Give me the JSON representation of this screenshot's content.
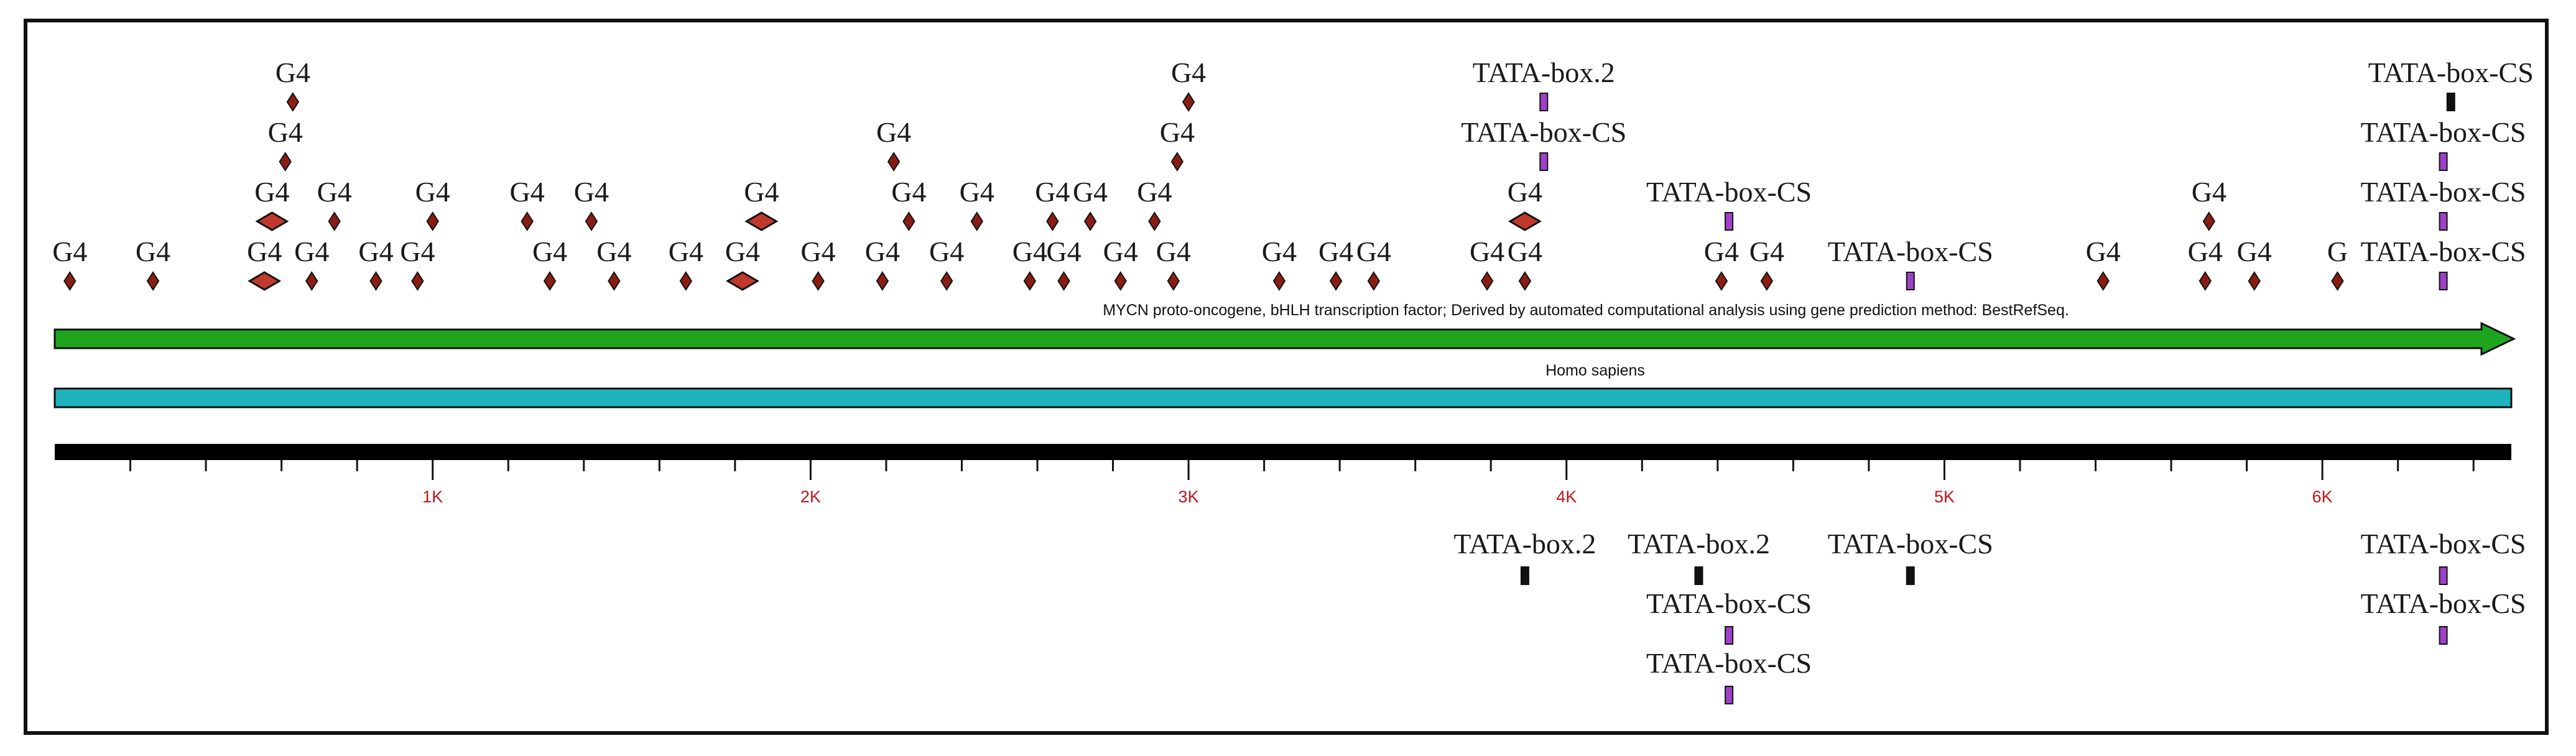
{
  "gene_track": {
    "caption": "MYCN proto-oncogene, bHLH transcription factor;  Derived by automated computational analysis using gene  prediction method: BestRefSeq.",
    "color": "#1ea51e"
  },
  "organism_track": {
    "caption": "Homo sapiens",
    "color": "#1fb3be"
  },
  "ruler": {
    "max_bp": 6500,
    "tick_labels": [
      "1K",
      "2K",
      "3K",
      "4K",
      "5K",
      "6K"
    ],
    "label_color": "#c0161b"
  },
  "feature_colors": {
    "g4_fill": "#8a1d12",
    "g4_big_fill": "#c0392b",
    "tata_fill": "#a040c8",
    "tata_cs_black": "#111111"
  },
  "features_above": [
    {
      "label": "G4",
      "pos": 40,
      "row": 0,
      "kind": "g4"
    },
    {
      "label": "G4",
      "pos": 260,
      "row": 0,
      "kind": "g4"
    },
    {
      "label": "G4",
      "pos": 555,
      "row": 0,
      "kind": "g4big"
    },
    {
      "label": "G4",
      "pos": 680,
      "row": 0,
      "kind": "g4"
    },
    {
      "label": "G4",
      "pos": 850,
      "row": 0,
      "kind": "g4"
    },
    {
      "label": "G4",
      "pos": 960,
      "row": 0,
      "kind": "g4"
    },
    {
      "label": "G4",
      "pos": 1310,
      "row": 0,
      "kind": "g4"
    },
    {
      "label": "G4",
      "pos": 1480,
      "row": 0,
      "kind": "g4"
    },
    {
      "label": "G4",
      "pos": 1670,
      "row": 0,
      "kind": "g4"
    },
    {
      "label": "G4",
      "pos": 1820,
      "row": 0,
      "kind": "g4big"
    },
    {
      "label": "G4",
      "pos": 2020,
      "row": 0,
      "kind": "g4"
    },
    {
      "label": "G4",
      "pos": 2190,
      "row": 0,
      "kind": "g4"
    },
    {
      "label": "G4",
      "pos": 2360,
      "row": 0,
      "kind": "g4"
    },
    {
      "label": "G4",
      "pos": 2580,
      "row": 0,
      "kind": "g4"
    },
    {
      "label": "G4",
      "pos": 2670,
      "row": 0,
      "kind": "g4"
    },
    {
      "label": "G4",
      "pos": 2820,
      "row": 0,
      "kind": "g4"
    },
    {
      "label": "G4",
      "pos": 2960,
      "row": 0,
      "kind": "g4"
    },
    {
      "label": "G4",
      "pos": 3240,
      "row": 0,
      "kind": "g4"
    },
    {
      "label": "G4",
      "pos": 3390,
      "row": 0,
      "kind": "g4"
    },
    {
      "label": "G4",
      "pos": 3490,
      "row": 0,
      "kind": "g4"
    },
    {
      "label": "G4",
      "pos": 3790,
      "row": 0,
      "kind": "g4"
    },
    {
      "label": "G4",
      "pos": 3890,
      "row": 0,
      "kind": "g4"
    },
    {
      "label": "G4",
      "pos": 4410,
      "row": 0,
      "kind": "g4"
    },
    {
      "label": "G4",
      "pos": 4530,
      "row": 0,
      "kind": "g4"
    },
    {
      "label": "TATA-box-CS",
      "pos": 4910,
      "row": 0,
      "kind": "tata"
    },
    {
      "label": "G4",
      "pos": 5420,
      "row": 0,
      "kind": "g4"
    },
    {
      "label": "G4",
      "pos": 5690,
      "row": 0,
      "kind": "g4"
    },
    {
      "label": "G4",
      "pos": 5820,
      "row": 0,
      "kind": "g4"
    },
    {
      "label": "G",
      "pos": 6040,
      "row": 0,
      "kind": "g4"
    },
    {
      "label": "TATA-box-CS",
      "pos": 6320,
      "row": 0,
      "kind": "tata"
    },
    {
      "label": "G4",
      "pos": 575,
      "row": 1,
      "kind": "g4big"
    },
    {
      "label": "G4",
      "pos": 740,
      "row": 1,
      "kind": "g4"
    },
    {
      "label": "G4",
      "pos": 1000,
      "row": 1,
      "kind": "g4"
    },
    {
      "label": "G4",
      "pos": 1250,
      "row": 1,
      "kind": "g4"
    },
    {
      "label": "G4",
      "pos": 1420,
      "row": 1,
      "kind": "g4"
    },
    {
      "label": "G4",
      "pos": 1870,
      "row": 1,
      "kind": "g4big"
    },
    {
      "label": "G4",
      "pos": 2260,
      "row": 1,
      "kind": "g4"
    },
    {
      "label": "G4",
      "pos": 2440,
      "row": 1,
      "kind": "g4"
    },
    {
      "label": "G4",
      "pos": 2640,
      "row": 1,
      "kind": "g4"
    },
    {
      "label": "G4",
      "pos": 2740,
      "row": 1,
      "kind": "g4"
    },
    {
      "label": "G4",
      "pos": 2910,
      "row": 1,
      "kind": "g4"
    },
    {
      "label": "G4",
      "pos": 3890,
      "row": 1,
      "kind": "g4big"
    },
    {
      "label": "TATA-box-CS",
      "pos": 4430,
      "row": 1,
      "kind": "tata"
    },
    {
      "label": "G4",
      "pos": 5700,
      "row": 1,
      "kind": "g4"
    },
    {
      "label": "TATA-box-CS",
      "pos": 6320,
      "row": 1,
      "kind": "tata"
    },
    {
      "label": "G4",
      "pos": 610,
      "row": 2,
      "kind": "g4"
    },
    {
      "label": "G4",
      "pos": 2220,
      "row": 2,
      "kind": "g4"
    },
    {
      "label": "G4",
      "pos": 2970,
      "row": 2,
      "kind": "g4"
    },
    {
      "label": "TATA-box-CS",
      "pos": 3940,
      "row": 2,
      "kind": "tata"
    },
    {
      "label": "TATA-box-CS",
      "pos": 6320,
      "row": 2,
      "kind": "tata"
    },
    {
      "label": "G4",
      "pos": 630,
      "row": 3,
      "kind": "g4"
    },
    {
      "label": "G4",
      "pos": 3000,
      "row": 3,
      "kind": "g4"
    },
    {
      "label": "TATA-box.2",
      "pos": 3940,
      "row": 3,
      "kind": "tata"
    },
    {
      "label": "TATA-box-CS",
      "pos": 6340,
      "row": 3,
      "kind": "tata_black"
    }
  ],
  "features_below": [
    {
      "label": "TATA-box.2",
      "pos": 3890,
      "row": 0,
      "kind": "tata_black"
    },
    {
      "label": "TATA-box.2",
      "pos": 4350,
      "row": 0,
      "kind": "tata_black"
    },
    {
      "label": "TATA-box-CS",
      "pos": 4910,
      "row": 0,
      "kind": "tata_black"
    },
    {
      "label": "TATA-box-CS",
      "pos": 6320,
      "row": 0,
      "kind": "tata"
    },
    {
      "label": "TATA-box-CS",
      "pos": 4430,
      "row": 1,
      "kind": "tata"
    },
    {
      "label": "TATA-box-CS",
      "pos": 6320,
      "row": 1,
      "kind": "tata"
    },
    {
      "label": "TATA-box-CS",
      "pos": 4430,
      "row": 2,
      "kind": "tata"
    }
  ]
}
